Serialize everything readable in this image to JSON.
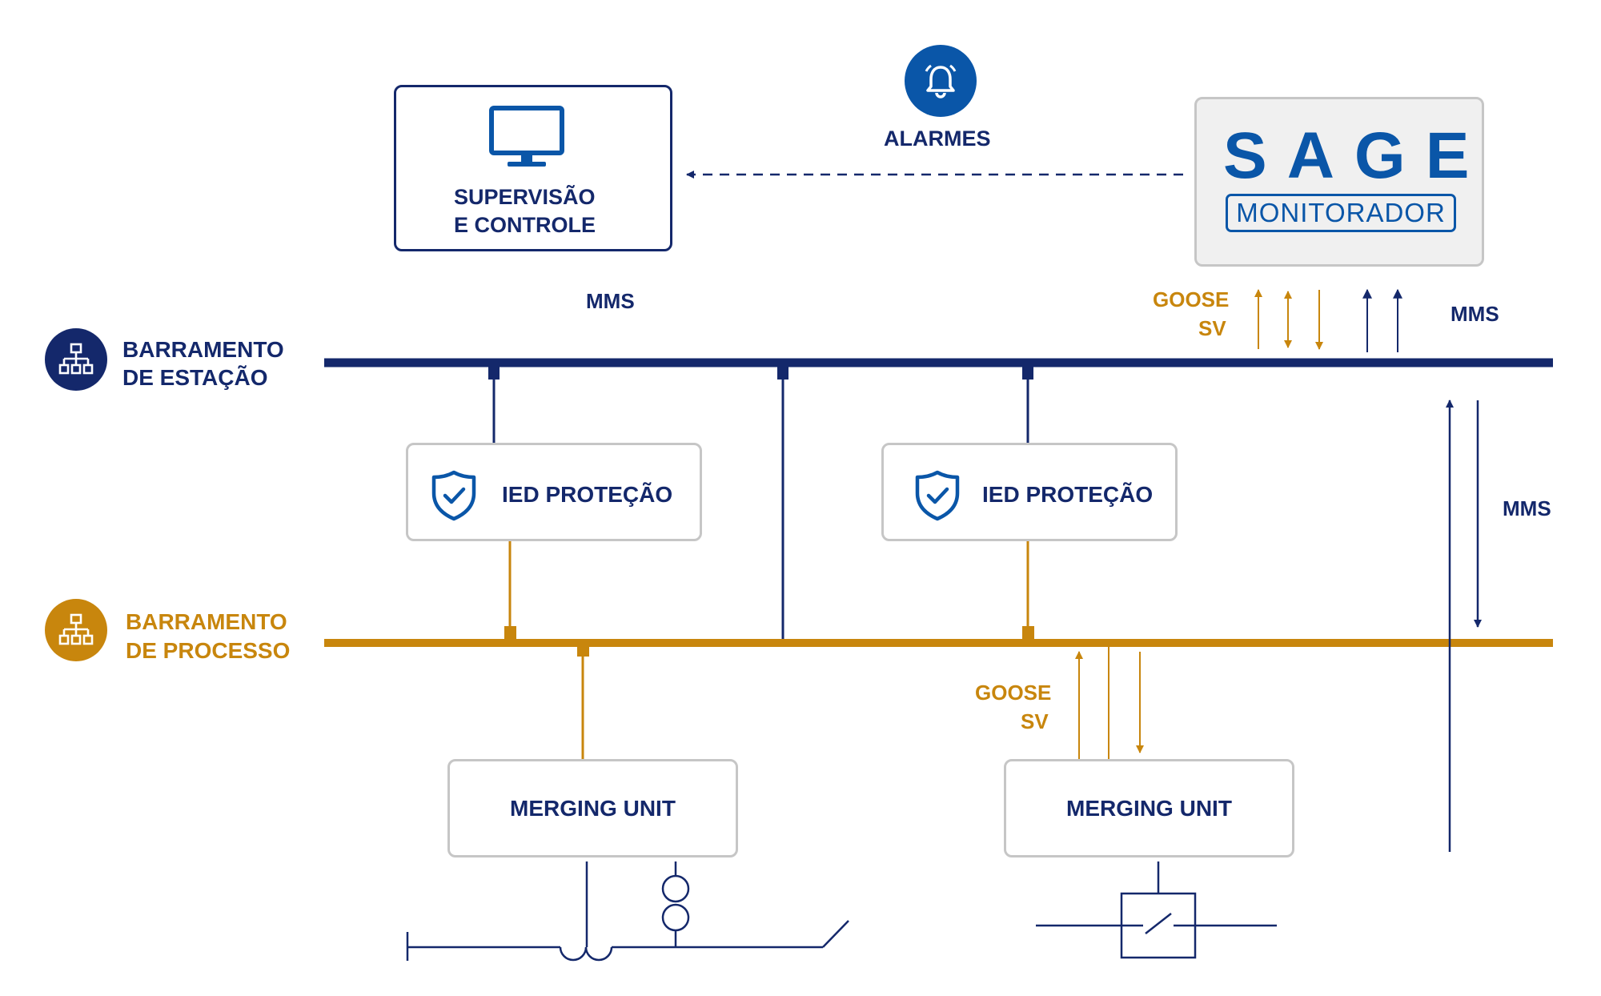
{
  "supervision": {
    "line1": "SUPERVISÃO",
    "line2": "E CONTROLE",
    "icon": "monitor-icon"
  },
  "alarms": {
    "label": "ALARMES",
    "icon": "bell-icon"
  },
  "sage": {
    "logo": "SAGE",
    "badge": "MONITORADOR"
  },
  "station_bus": {
    "line1": "BARRAMENTO",
    "line2": "DE ESTAÇÃO",
    "icon": "network-icon"
  },
  "process_bus": {
    "line1": "BARRAMENTO",
    "line2": "DE PROCESSO",
    "icon": "network-icon"
  },
  "protocols": {
    "mms_left": "MMS",
    "mms_right": "MMS",
    "mms_vertical": "MMS",
    "goose_top": "GOOSE",
    "sv_top": "SV",
    "goose_bottom": "GOOSE",
    "sv_bottom": "SV"
  },
  "ied": [
    {
      "label": "IED PROTEÇÃO",
      "icon": "shield-check-icon"
    },
    {
      "label": "IED PROTEÇÃO",
      "icon": "shield-check-icon"
    }
  ],
  "merging_units": [
    {
      "label": "MERGING UNIT"
    },
    {
      "label": "MERGING UNIT"
    }
  ],
  "colors": {
    "navy": "#14286b",
    "gold": "#c8860d",
    "blue": "#0a56a8",
    "grey_border": "#c6c6c6",
    "sage_bg": "#f0f0f0"
  }
}
